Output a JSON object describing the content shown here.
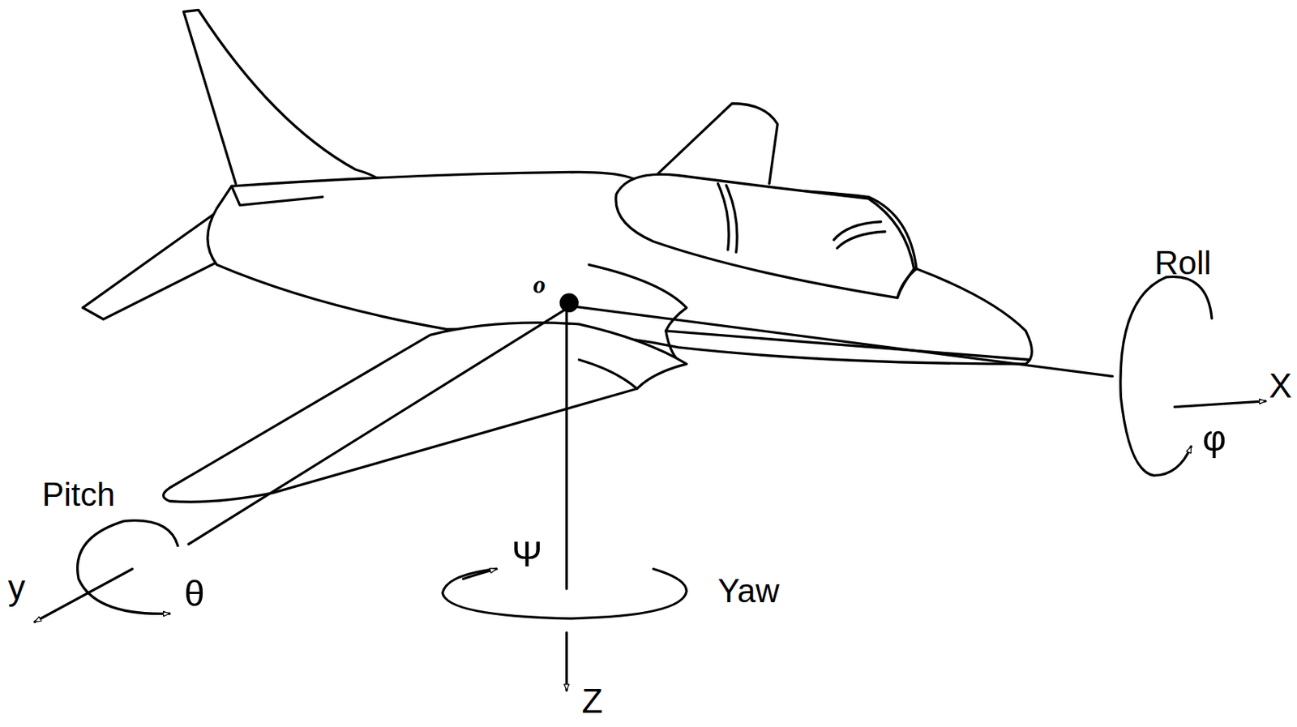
{
  "diagram": {
    "labels": [
      "o",
      "Roll",
      "X",
      "φ",
      "Pitch",
      "y",
      "θ",
      "Ψ",
      "Yaw",
      "Z"
    ]
  }
}
